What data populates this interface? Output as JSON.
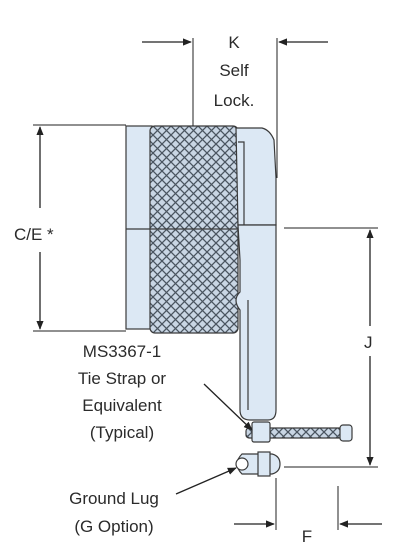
{
  "labels": {
    "k": "K",
    "self": "Self",
    "lock": "Lock.",
    "ce": "C/E *",
    "j": "J",
    "ms_line1": "MS3367-1",
    "ms_line2": "Tie Strap or",
    "ms_line3": "Equivalent",
    "ms_line4": "(Typical)",
    "ground_line1": "Ground Lug",
    "ground_line2": "(G Option)",
    "f": "F"
  },
  "colors": {
    "part_fill": "#dce8f4",
    "part_edge": "#3a3a3a",
    "knurl_fill": "#c9d6e4",
    "line": "#222222"
  }
}
